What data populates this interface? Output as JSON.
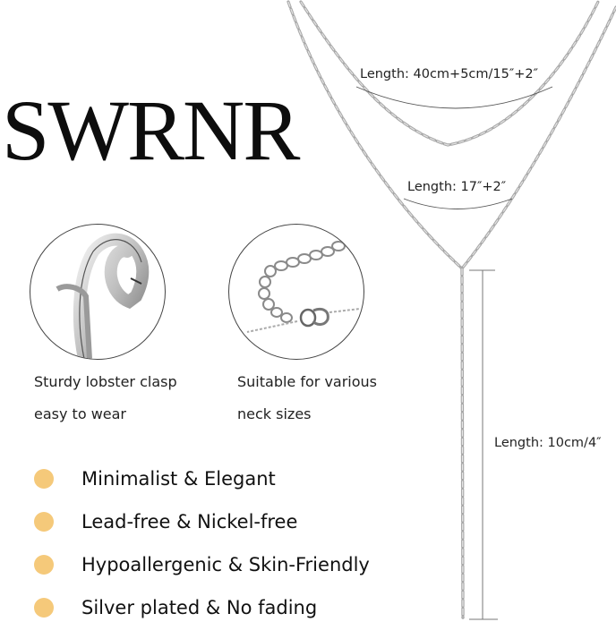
{
  "brand": {
    "name": "SWRNR"
  },
  "necklace": {
    "layers": [
      {
        "id": "short-layer",
        "length_label": "Length: 40cm+5cm/15″+2″"
      },
      {
        "id": "long-layer",
        "length_label": "Length: 17″+2″"
      },
      {
        "id": "drop-pendant",
        "length_label": "Length: 10cm/4″"
      }
    ]
  },
  "details": [
    {
      "icon": "lobster-clasp-icon",
      "caption_line1": "Sturdy lobster clasp",
      "caption_line2": "easy to wear"
    },
    {
      "icon": "extender-chain-icon",
      "caption_line1": "Suitable for various",
      "caption_line2": "neck sizes"
    }
  ],
  "features": [
    {
      "label": "Minimalist & Elegant"
    },
    {
      "label": "Lead-free & Nickel-free"
    },
    {
      "label": "Hypoallergenic & Skin-Friendly"
    },
    {
      "label": "Silver plated & No fading"
    }
  ],
  "colors": {
    "bullet": "#f5c97a",
    "text": "#111111",
    "chain": "#9a9a9a",
    "background": "#ffffff"
  }
}
